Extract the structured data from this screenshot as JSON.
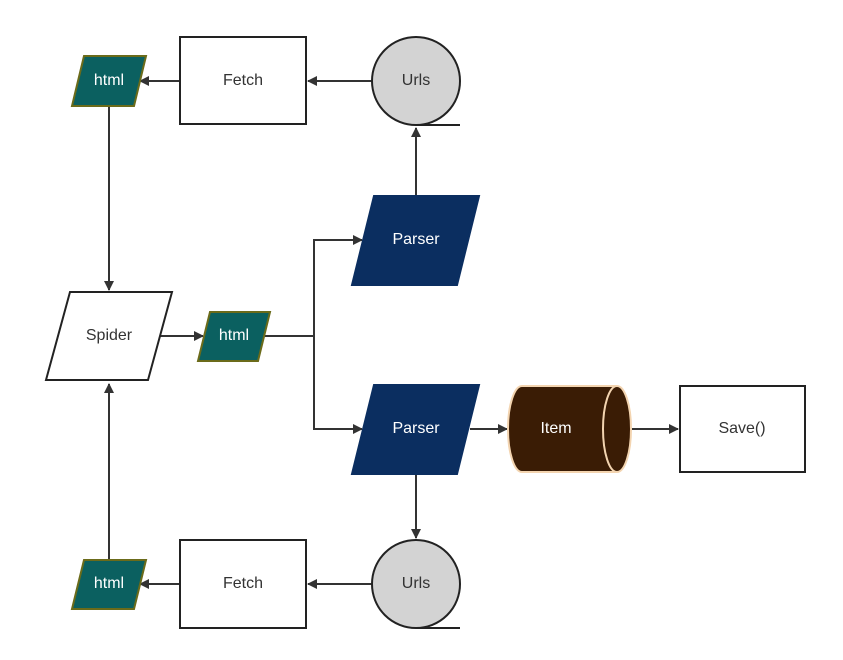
{
  "nodes": {
    "urls_top": "Urls",
    "fetch_top": "Fetch",
    "html_top": "html",
    "spider": "Spider",
    "html_mid": "html",
    "parser_top": "Parser",
    "parser_bottom": "Parser",
    "item": "Item",
    "save": "Save()",
    "html_bottom": "html",
    "fetch_bottom": "Fetch",
    "urls_bottom": "Urls"
  },
  "colors": {
    "html_fill": "#0b6060",
    "html_stroke": "#6b6b1a",
    "parser_fill": "#0b2e60",
    "item_fill": "#3a1c05",
    "item_stroke": "#f3d4b0",
    "urls_fill": "#d3d3d3",
    "text_dark": "#222222",
    "text_light": "#ffffff"
  }
}
